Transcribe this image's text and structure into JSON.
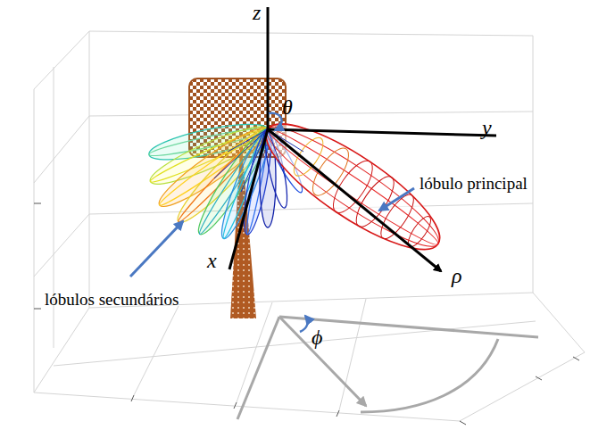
{
  "diagram": {
    "labels": [
      "z",
      "θ",
      "y",
      "lóbulo principal",
      "x",
      "ρ",
      "lóbulos secundários",
      "ϕ"
    ]
  }
}
